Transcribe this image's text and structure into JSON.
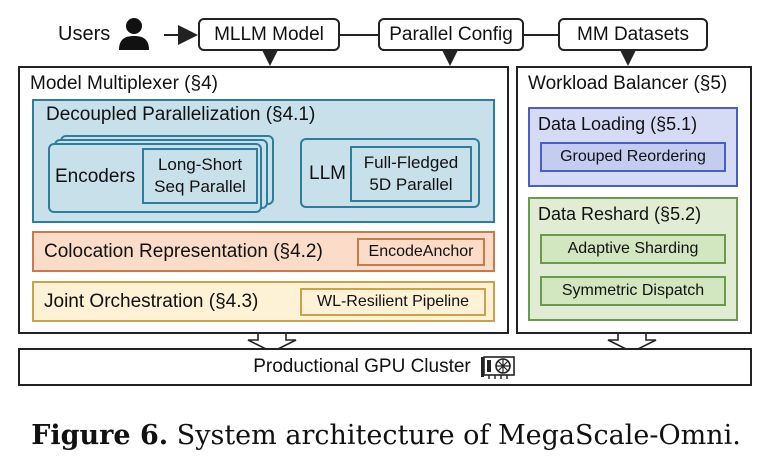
{
  "top": {
    "users_label": "Users",
    "mllm_model": "MLLM Model",
    "parallel_config": "Parallel Config",
    "mm_datasets": "MM Datasets"
  },
  "multiplexer": {
    "title": "Model Multiplexer (§4)",
    "decoupled": {
      "title": "Decoupled Parallelization (§4.1)",
      "encoders": "Encoders",
      "long_short_1": "Long-Short",
      "long_short_2": "Seq Parallel",
      "llm": "LLM",
      "full_fledged_1": "Full-Fledged",
      "full_fledged_2": "5D Parallel"
    },
    "colocation": {
      "title": "Colocation Representation (§4.2)",
      "tag": "EncodeAnchor"
    },
    "joint": {
      "title": "Joint Orchestration (§4.3)",
      "tag": "WL-Resilient Pipeline"
    }
  },
  "balancer": {
    "title": "Workload Balancer (§5)",
    "data_loading": {
      "title": "Data Loading (§5.1)",
      "item": "Grouped Reordering"
    },
    "data_reshard": {
      "title": "Data Reshard (§5.2)",
      "item1": "Adaptive Sharding",
      "item2": "Symmetric Dispatch"
    }
  },
  "cluster": {
    "label": "Productional GPU Cluster"
  },
  "caption": {
    "label": "Figure 6.",
    "text": " System architecture of MegaScale-Omni."
  },
  "icons": [
    "user-icon",
    "gpu-icon"
  ],
  "colors": {
    "decoupled_fill": "#c7e0ea",
    "decoupled_border": "#2f7d9c",
    "colocation_fill": "#fadcc8",
    "colocation_border": "#c77a4a",
    "joint_fill": "#fdf1d6",
    "joint_border": "#c9a24a",
    "loading_fill": "#d6dbf5",
    "loading_border": "#4a5fc1",
    "reshard_fill": "#e0edd4",
    "reshard_border": "#6a9a4a"
  }
}
